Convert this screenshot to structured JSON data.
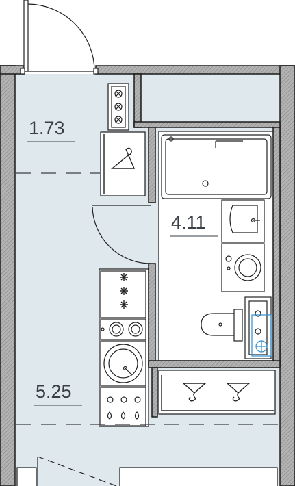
{
  "floorplan": {
    "rooms": [
      {
        "id": "hallway",
        "area": "1.73"
      },
      {
        "id": "bathroom",
        "area": "4.11"
      },
      {
        "id": "kitchen",
        "area": "5.25"
      }
    ]
  },
  "colors": {
    "floor": "#dfe8ec",
    "wall_fill": "#a9a9a9",
    "wall_stroke": "#1a1a1a",
    "fixture_stroke": "#222222",
    "accent": "#2f8fd0"
  },
  "icons": [
    "hanger-icon",
    "stove-icon",
    "sink-icon",
    "washing-machine-icon",
    "toilet-icon",
    "water-meter-icon",
    "door-swing-icon"
  ]
}
